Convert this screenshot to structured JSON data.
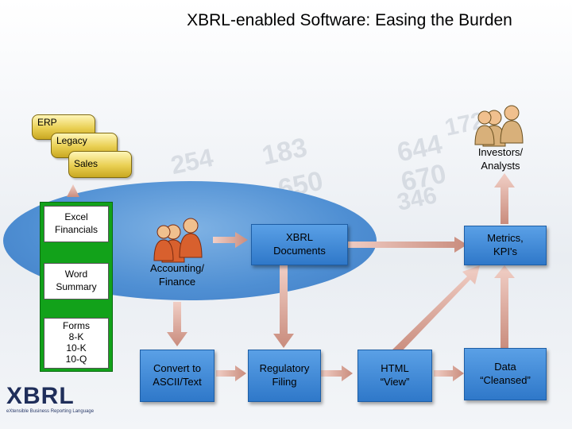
{
  "title": "XBRL-enabled Software:  Easing the Burden",
  "background_numbers": [
    "172",
    "644",
    "254",
    "183",
    "650",
    "670",
    "346"
  ],
  "sources": {
    "erp": "ERP",
    "legacy": "Legacy",
    "sales": "Sales"
  },
  "inputs": {
    "excel": "Excel\nFinancials",
    "word": "Word\nSummary",
    "forms": "Forms\n8-K\n10-K\n10-Q"
  },
  "people": {
    "accounting": "Accounting/\nFinance",
    "investors": "Investors/\nAnalysts"
  },
  "boxes": {
    "xbrl_docs": "XBRL\nDocuments",
    "metrics": "Metrics,\nKPI's",
    "ascii": "Convert to\nASCII/Text",
    "regulatory": "Regulatory\nFiling",
    "html_view": "HTML\n“View”",
    "cleansed": "Data\n“Cleansed”"
  },
  "logo": {
    "text": "XBRL",
    "tagline": "eXtensible Business Reporting Language"
  },
  "colors": {
    "box_blue": "#3f87d6",
    "ellipse": "#4f8fd3",
    "green": "#12a21a",
    "arrow": "#d9a79a",
    "db_gold": "#e9cf52"
  }
}
